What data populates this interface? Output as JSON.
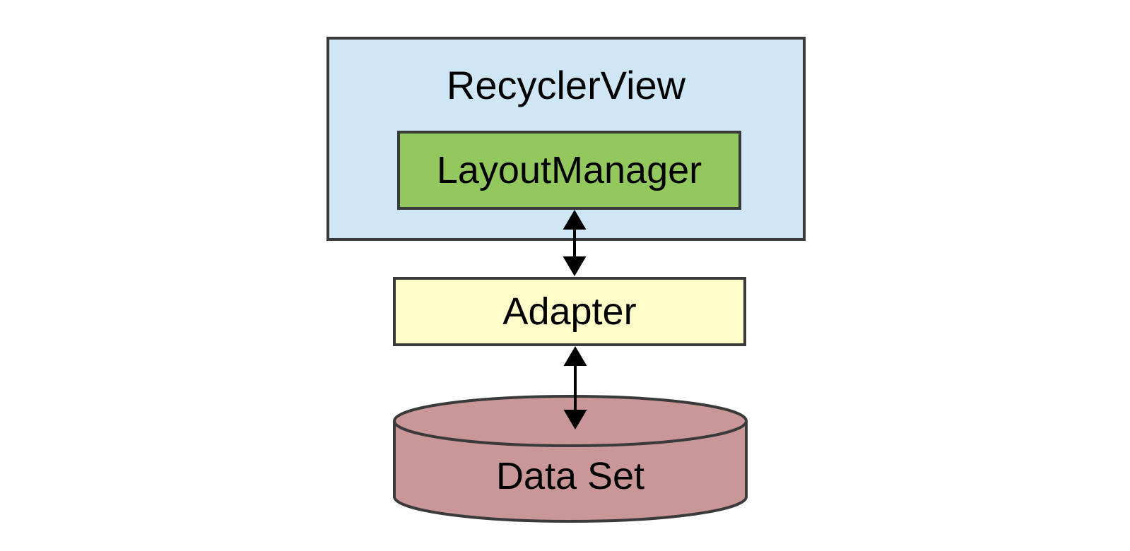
{
  "diagram": {
    "background": "#ffffff",
    "border_color": "#3a3a3a",
    "arrow_color": "#000000",
    "nodes": {
      "recyclerview": {
        "label": "RecyclerView",
        "fill": "#cfe6f5",
        "shape": "rectangle"
      },
      "layoutmanager": {
        "label": "LayoutManager",
        "fill": "#93c85e",
        "shape": "rectangle",
        "parent": "RecyclerView"
      },
      "adapter": {
        "label": "Adapter",
        "fill": "#fffdca",
        "shape": "rectangle"
      },
      "dataset": {
        "label": "Data Set",
        "fill": "#ca9798",
        "shape": "cylinder"
      }
    },
    "connections": [
      {
        "from": "LayoutManager",
        "to": "Adapter",
        "style": "double-headed-arrow"
      },
      {
        "from": "Adapter",
        "to": "Data Set",
        "style": "double-headed-arrow"
      }
    ]
  }
}
